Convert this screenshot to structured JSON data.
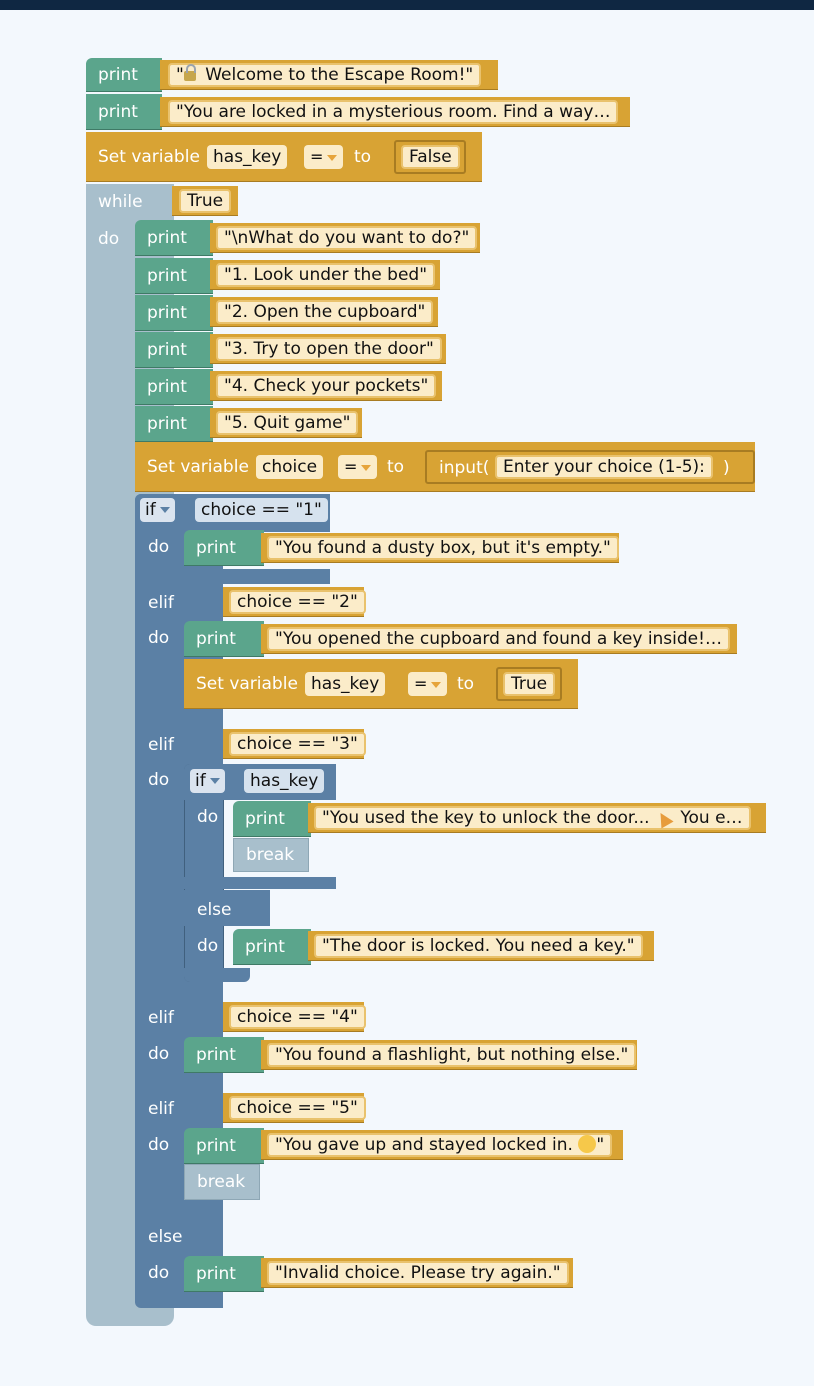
{
  "keywords": {
    "print": "print",
    "set_variable": "Set variable",
    "to": "to",
    "while": "while",
    "do": "do",
    "if": "if",
    "elif": "elif",
    "else": "else",
    "break": "break",
    "input": "input(",
    "input_close": ")"
  },
  "program": {
    "print1": "\"🔒 Welcome to the Escape Room!\"",
    "print1_text": " Welcome to the Escape Room!\"",
    "print1_prefix": "\"",
    "print2": "\"You are locked in a mysterious room. Find a way…",
    "set_has_key": {
      "var": "has_key",
      "op": "=",
      "value": "False"
    },
    "while_cond": "True",
    "menu": [
      "\"\\nWhat do you want to do?\"",
      "\"1. Look under the bed\"",
      "\"2. Open the cupboard\"",
      "\"3. Try to open the door\"",
      "\"4. Check your pockets\"",
      "\"5. Quit game\""
    ],
    "set_choice": {
      "var": "choice",
      "op": "=",
      "prompt": "Enter your choice (1-5): "
    },
    "branch1": {
      "cond": "choice == \"1\"",
      "print": "\"You found a dusty box, but it's empty.\""
    },
    "branch2": {
      "cond": "choice == \"2\"",
      "print": "\"You opened the cupboard and found a key inside!…",
      "set": {
        "var": "has_key",
        "op": "=",
        "value": "True"
      }
    },
    "branch3": {
      "cond": "choice == \"3\"",
      "inner_cond": "has_key",
      "print_yes_a": "\"You used the key to unlock the door... ",
      "print_yes_b": " You e…",
      "print_no": "\"The door is locked. You need a key.\""
    },
    "branch4": {
      "cond": "choice == \"4\"",
      "print": "\"You found a flashlight, but nothing else.\""
    },
    "branch5": {
      "cond": "choice == \"5\"",
      "print_a": "\"You gave up and stayed locked in. ",
      "print_b": "\""
    },
    "else_print": "\"Invalid choice. Please try again.\""
  },
  "colors": {
    "print": "#5ba58c",
    "variable": "#d8a334",
    "logic": "#5b80a5",
    "loop": "#a8bfcc",
    "string_field": "#fbecc9"
  }
}
